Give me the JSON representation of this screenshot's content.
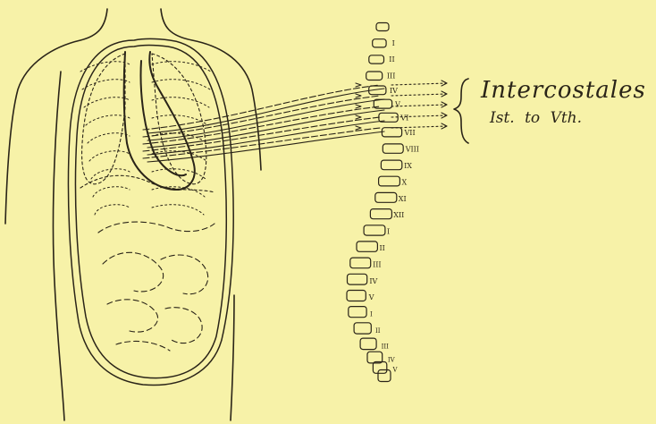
{
  "label": {
    "title": "Intercostales",
    "range_from": "Ist.",
    "range_to_word": "to",
    "range_to": "Vth."
  },
  "vertebrae": {
    "thoracic": [
      "I",
      "II",
      "III",
      "IV",
      "V",
      "VI",
      "VII",
      "VIII",
      "IX",
      "X",
      "XI",
      "XII"
    ],
    "lumbar": [
      "I",
      "II",
      "III",
      "IV",
      "V"
    ],
    "sacral": [
      "I",
      "II",
      "III",
      "IV",
      "V"
    ]
  },
  "colors": {
    "paper": "#f7f2a8",
    "ink": "#2a2418"
  }
}
